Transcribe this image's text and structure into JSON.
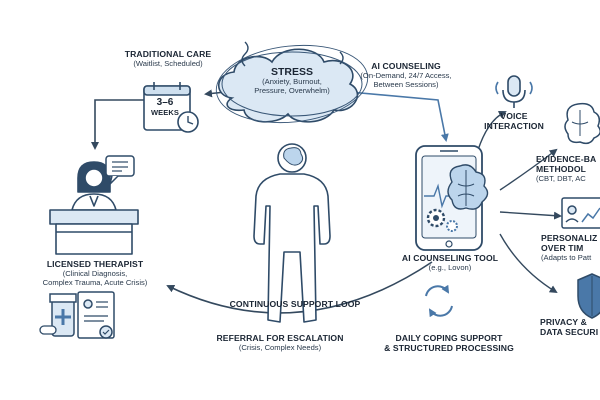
{
  "traditional_care": {
    "title": "TRADITIONAL CARE",
    "subtitle": "(Waitlist, Scheduled)",
    "calendar_line1": "3–6",
    "calendar_line2": "WEEKS"
  },
  "stress": {
    "title": "STRESS",
    "line1": "(Anxiety, Burnout,",
    "line2": "Pressure, Overwhelm)"
  },
  "ai_counseling": {
    "title": "AI COUNSELING",
    "line1": "(On-Demand, 24/7 Access,",
    "line2": "Between Sessions)"
  },
  "voice": {
    "line1": "VOICE",
    "line2": "INTERACTION"
  },
  "evidence": {
    "line1": "EVIDENCE-BA",
    "line2": "METHODOL",
    "line3": "(CBT, DBT, AC"
  },
  "personalized": {
    "line1": "PERSONALIZ",
    "line2": "OVER TIM",
    "line3": "(Adapts to Patt"
  },
  "privacy": {
    "line1": "PRIVACY &",
    "line2": "DATA SECURI"
  },
  "therapist": {
    "title": "LICENSED THERAPIST",
    "line1": "(Clinical Diagnosis,",
    "line2": "Complex Trauma, Acute Crisis)"
  },
  "ai_tool": {
    "title": "AI COUNSELING TOOL",
    "subtitle": "(e.g., Lovon)"
  },
  "loop": {
    "label": "CONTINUOUS SUPPORT LOOP"
  },
  "referral": {
    "title": "REFERRAL FOR ESCALATION",
    "subtitle": "(Crisis, Complex Needs)"
  },
  "daily": {
    "line1": "DAILY COPING SUPPORT",
    "line2": "& STRUCTURED PROCESSING"
  }
}
